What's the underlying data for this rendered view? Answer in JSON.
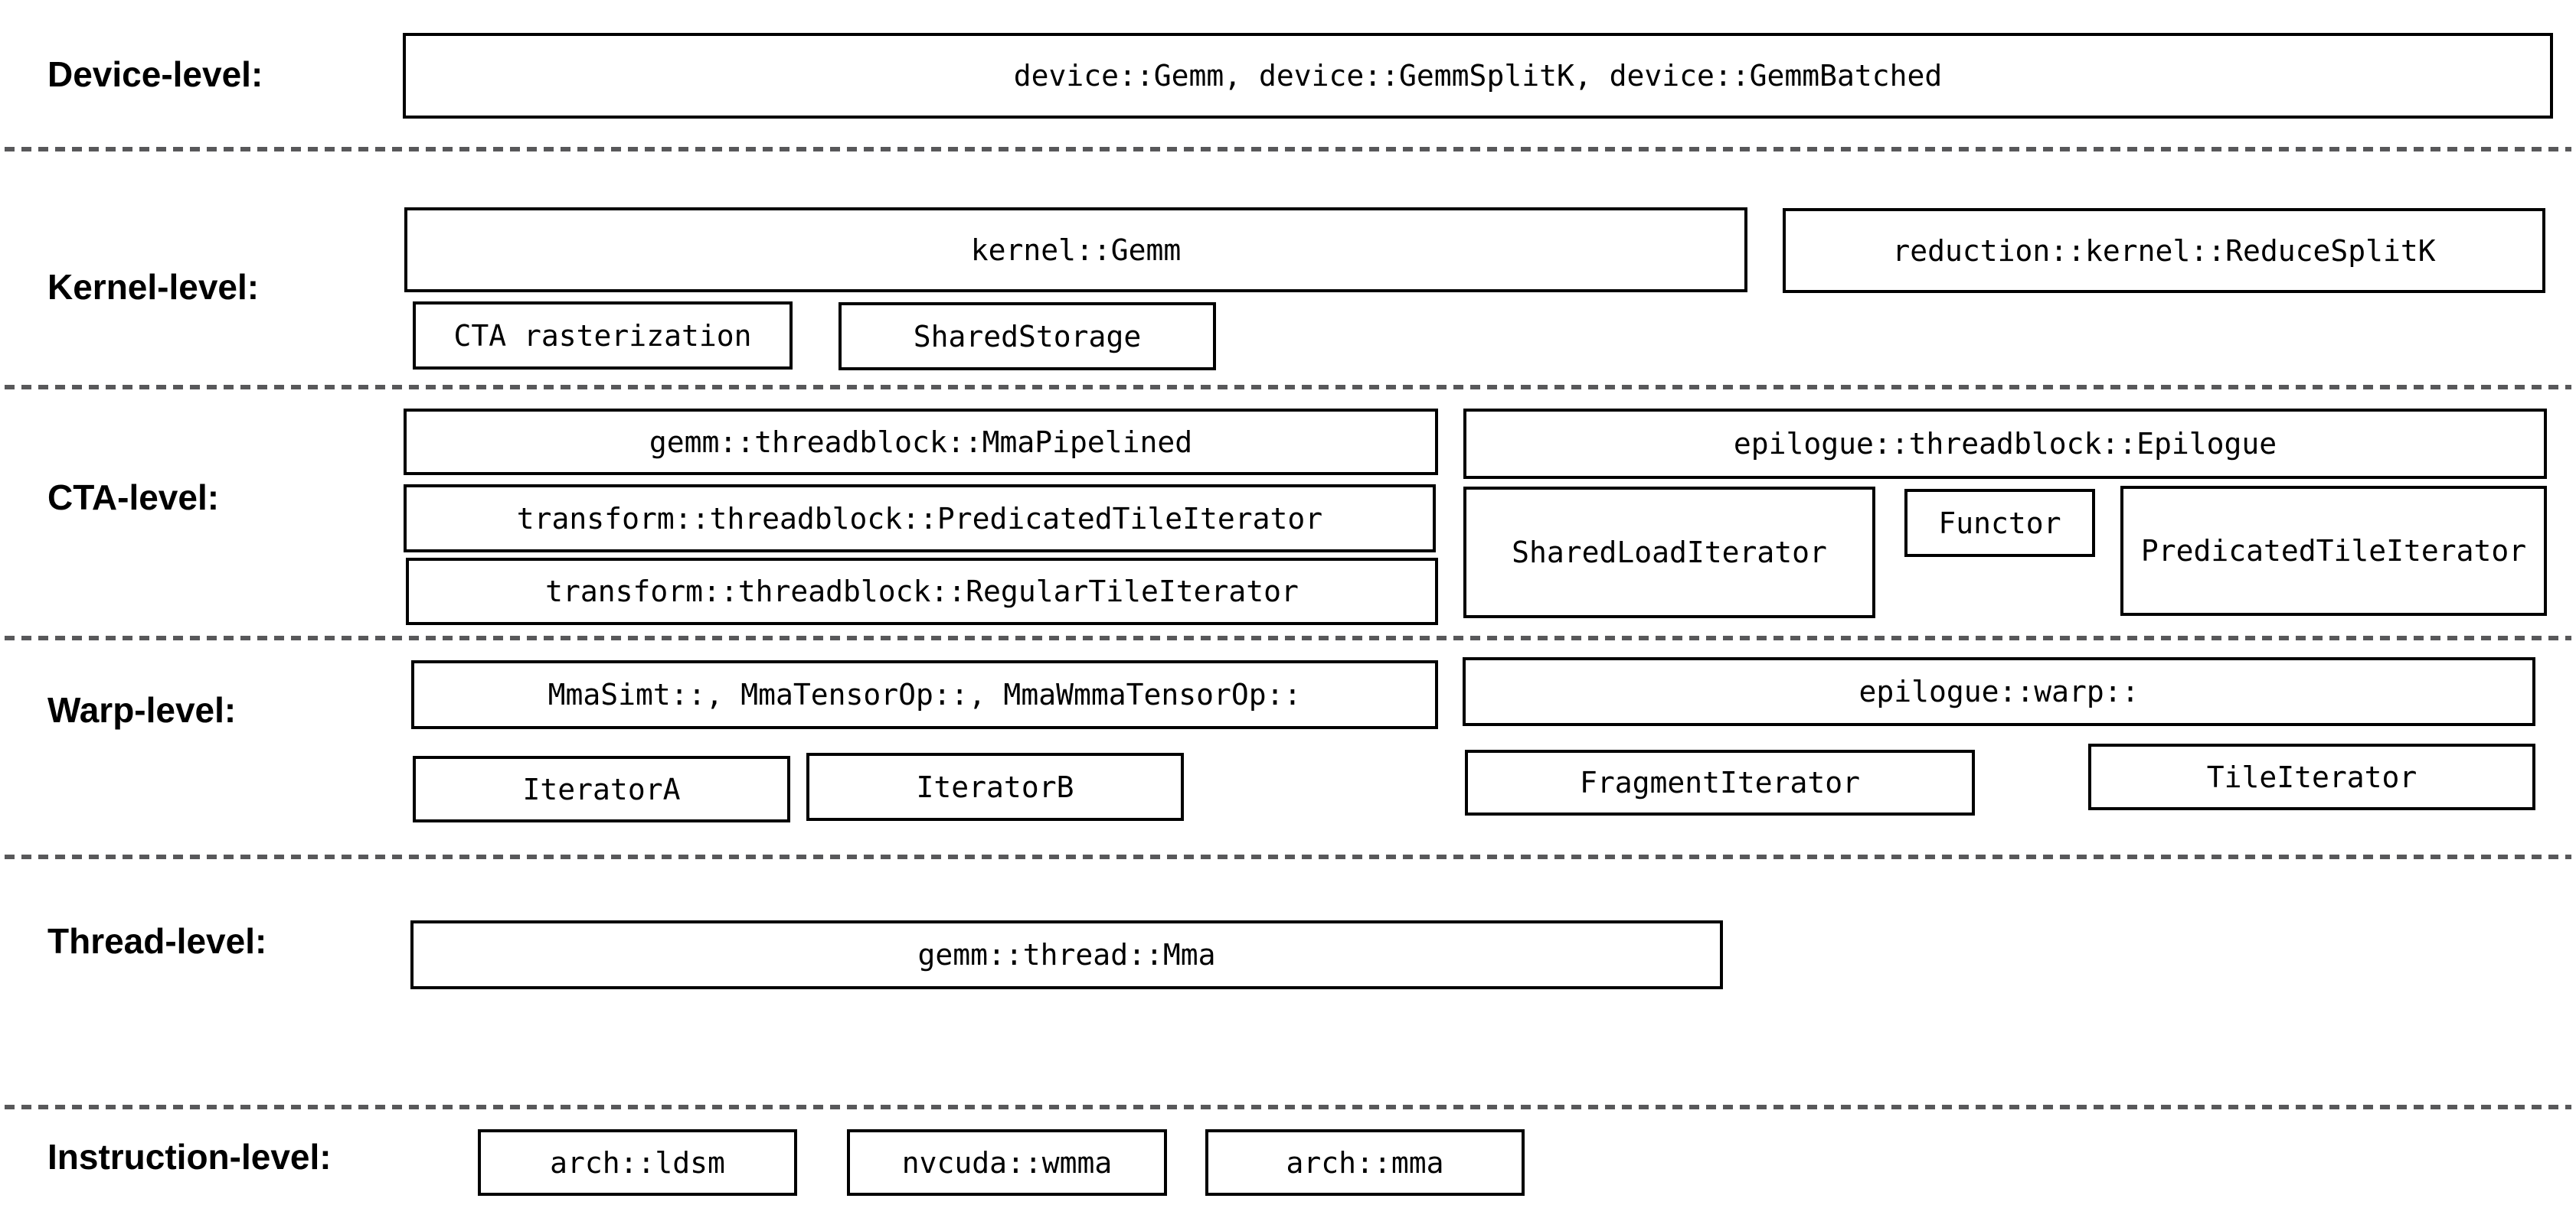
{
  "colors": {
    "background": "#ffffff",
    "box_border": "#000000",
    "box_fill": "#ffffff",
    "text": "#000000",
    "divider": "#58585a"
  },
  "levels": {
    "device": {
      "label": "Device-level:",
      "main_box": "device::Gemm, device::GemmSplitK, device::GemmBatched"
    },
    "kernel": {
      "label": "Kernel-level:",
      "gemm_box": "kernel::Gemm",
      "reduce_box": "reduction::kernel::ReduceSplitK",
      "cta_rasterization_box": "CTA rasterization",
      "shared_storage_box": "SharedStorage"
    },
    "cta": {
      "label": "CTA-level:",
      "mma_pipelined_box": "gemm::threadblock::MmaPipelined",
      "epilogue_box": "epilogue::threadblock::Epilogue",
      "predicated_tile_iterator_box": "transform::threadblock::PredicatedTileIterator",
      "shared_load_iterator_box": "SharedLoadIterator",
      "functor_box": "Functor",
      "epilogue_predicated_tile_iterator_box": "PredicatedTileIterator",
      "regular_tile_iterator_box": "transform::threadblock::RegularTileIterator"
    },
    "warp": {
      "label": "Warp-level:",
      "mma_box": "MmaSimt::, MmaTensorOp::, MmaWmmaTensorOp::",
      "epilogue_box": "epilogue::warp::",
      "iterator_a_box": "IteratorA",
      "iterator_b_box": "IteratorB",
      "fragment_iterator_box": "FragmentIterator",
      "tile_iterator_box": "TileIterator"
    },
    "thread": {
      "label": "Thread-level:",
      "mma_box": "gemm::thread::Mma"
    },
    "instruction": {
      "label": "Instruction-level:",
      "arch_ldsm_box": "arch::ldsm",
      "nvcuda_wmma_box": "nvcuda::wmma",
      "arch_mma_box": "arch::mma"
    }
  }
}
